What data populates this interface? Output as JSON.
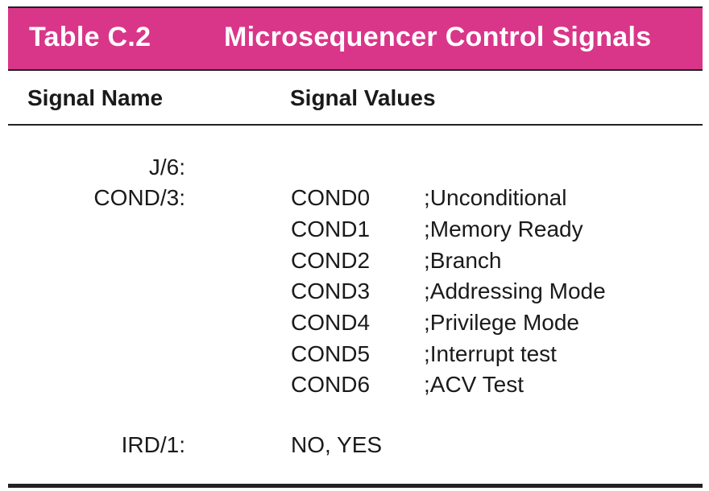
{
  "table": {
    "label": "Table C.2",
    "title": "Microsequencer Control Signals"
  },
  "headers": {
    "name": "Signal Name",
    "values": "Signal Values"
  },
  "signals": {
    "j": {
      "name": "J/6:"
    },
    "cond": {
      "name": "COND/3:",
      "values": [
        {
          "code": "COND0",
          "desc": ";Unconditional"
        },
        {
          "code": "COND1",
          "desc": ";Memory Ready"
        },
        {
          "code": "COND2",
          "desc": ";Branch"
        },
        {
          "code": "COND3",
          "desc": ";Addressing Mode"
        },
        {
          "code": "COND4",
          "desc": ";Privilege Mode"
        },
        {
          "code": "COND5",
          "desc": ";Interrupt test"
        },
        {
          "code": "COND6",
          "desc": ";ACV Test"
        }
      ]
    },
    "ird": {
      "name": "IRD/1:",
      "values": "NO, YES"
    }
  },
  "colors": {
    "title_bar": "#d9368a",
    "title_text": "#ffffff",
    "rules": "#222222"
  }
}
